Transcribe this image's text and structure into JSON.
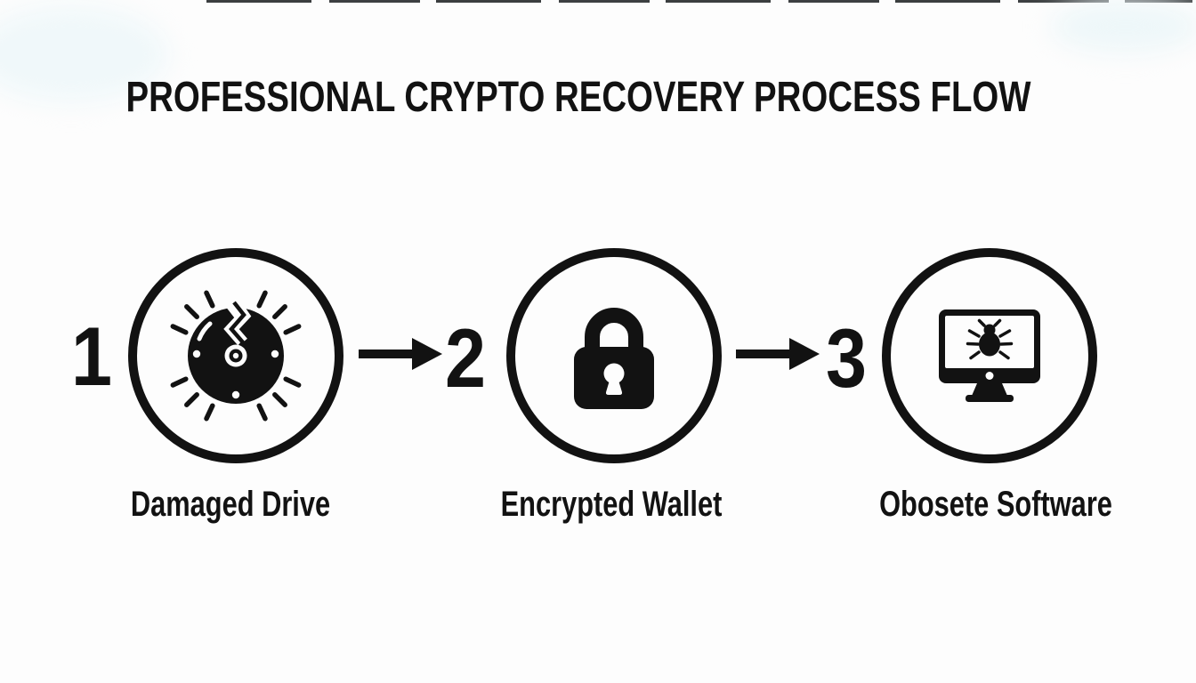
{
  "title": "PROFESSIONAL CRYPTO RECOVERY PROCESS FLOW",
  "steps": [
    {
      "number": "1",
      "label": "Damaged Drive",
      "icon": "damaged-drive-icon"
    },
    {
      "number": "2",
      "label": "Encrypted Wallet",
      "icon": "padlock-icon"
    },
    {
      "number": "3",
      "label": "Obosete Software",
      "icon": "monitor-bug-icon"
    }
  ],
  "arrows": [
    {
      "from": "1",
      "to": "2",
      "direction": "right"
    },
    {
      "from": "2",
      "to": "3",
      "direction": "right"
    }
  ],
  "colors": {
    "ink": "#121212",
    "background": "#fdfdfd"
  }
}
